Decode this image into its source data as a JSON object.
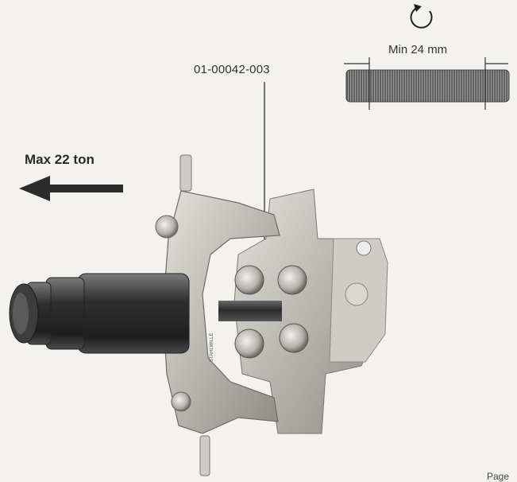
{
  "labels": {
    "part_number": "01-00042-003",
    "min_length": "Min 24 mm",
    "max_force": "Max 22 ton",
    "page": "Page"
  },
  "icons": {
    "rotation": "rotate-icon",
    "pull_direction": "arrow-left-icon"
  },
  "colors": {
    "background": "#f3f2ef",
    "tool_metal": "#c9c6c0",
    "cylinder": "#3a3a3a",
    "rod": "#2a2a2a"
  }
}
